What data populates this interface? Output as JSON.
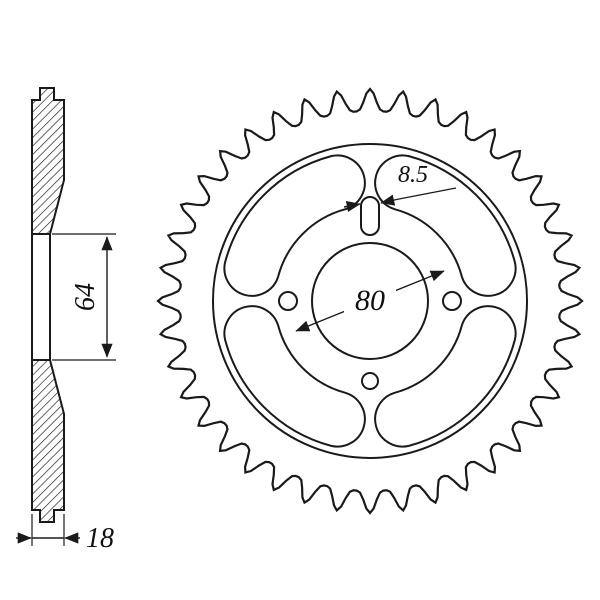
{
  "drawing": {
    "background": "#ffffff",
    "line_color": "#1a1a1a",
    "dimensions": {
      "slot_width": "8.5",
      "bore_diameter": "80",
      "hub_length": "64",
      "overall_width": "18"
    }
  }
}
